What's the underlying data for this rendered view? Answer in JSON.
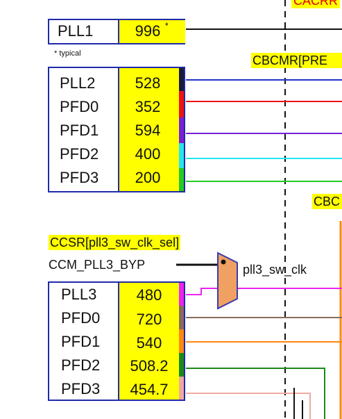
{
  "top_label": "CACRR",
  "pll1": {
    "name": "PLL1",
    "value": "996",
    "mark": "*"
  },
  "typical_note": "* typical",
  "cbcmr_label": "CBCMR[PRE",
  "group1": {
    "rows": [
      {
        "name": "PLL2",
        "value": "528",
        "color": "#1a1a3a"
      },
      {
        "name": "PFD0",
        "value": "352",
        "color": "#ee1111"
      },
      {
        "name": "PFD1",
        "value": "594",
        "color": "#7a1fd6"
      },
      {
        "name": "PFD2",
        "value": "400",
        "color": "#22e6f0"
      },
      {
        "name": "PFD3",
        "value": "200",
        "color": "#22cc22"
      }
    ]
  },
  "cbc_label": "CBC",
  "ccsr_label": "CCSR[pll3_sw_clk_sel]",
  "ccm_bypass_label": "CCM_PLL3_BYP",
  "mux_output_label": "pll3_sw_clk",
  "group2": {
    "rows": [
      {
        "name": "PLL3",
        "value": "480",
        "color": "#ee22ee"
      },
      {
        "name": "PFD0",
        "value": "720",
        "color": "#8a6a5e"
      },
      {
        "name": "PFD1",
        "value": "540",
        "color": "#ff8811"
      },
      {
        "name": "PFD2",
        "value": "508.2",
        "color": "#1a8a1a"
      },
      {
        "name": "PFD3",
        "value": "454.7",
        "color": "#f0a8a0"
      }
    ]
  },
  "colors": {
    "box_border": "#1f2aa8",
    "highlight": "#ffff00",
    "mux_fill": "#f0a060",
    "mux_border": "#3b3bb0"
  }
}
